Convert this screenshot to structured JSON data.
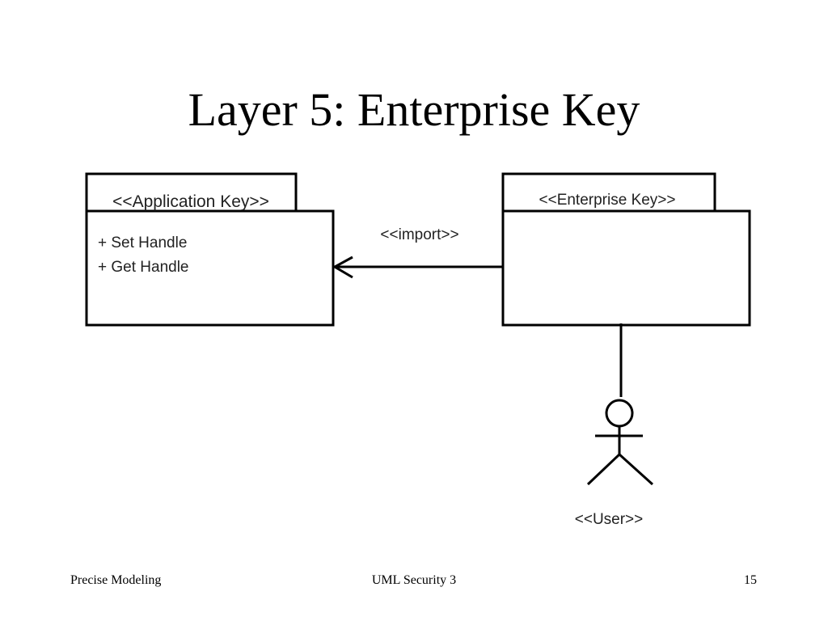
{
  "slide": {
    "title": "Layer 5: Enterprise Key"
  },
  "diagram": {
    "packages": [
      {
        "stereotype": "<<Application Key>>",
        "operations": [
          "+ Set Handle",
          "+ Get Handle"
        ]
      },
      {
        "stereotype": "<<Enterprise Key>>",
        "operations": []
      }
    ],
    "dependency": {
      "stereotype": "<<import>>"
    },
    "actor": {
      "stereotype": "<<User>>"
    }
  },
  "footer": {
    "left": "Precise Modeling",
    "center": "UML Security 3",
    "page_number": "15"
  }
}
